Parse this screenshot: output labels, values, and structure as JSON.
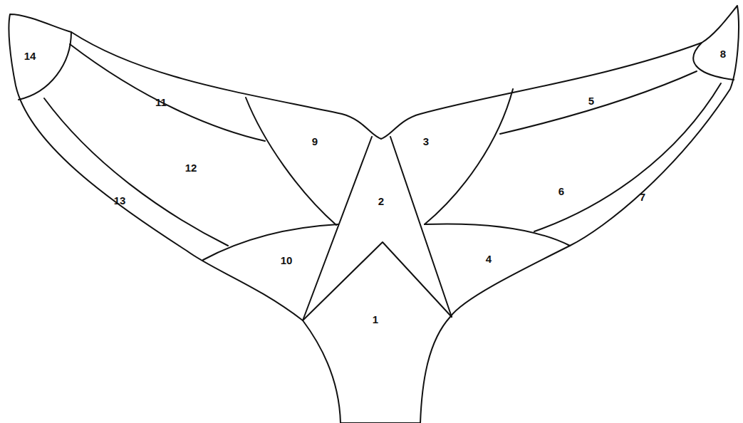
{
  "diagram": {
    "labels": [
      "14",
      "11",
      "9",
      "3",
      "5",
      "8",
      "12",
      "2",
      "6",
      "13",
      "7",
      "10",
      "4",
      "1"
    ]
  }
}
